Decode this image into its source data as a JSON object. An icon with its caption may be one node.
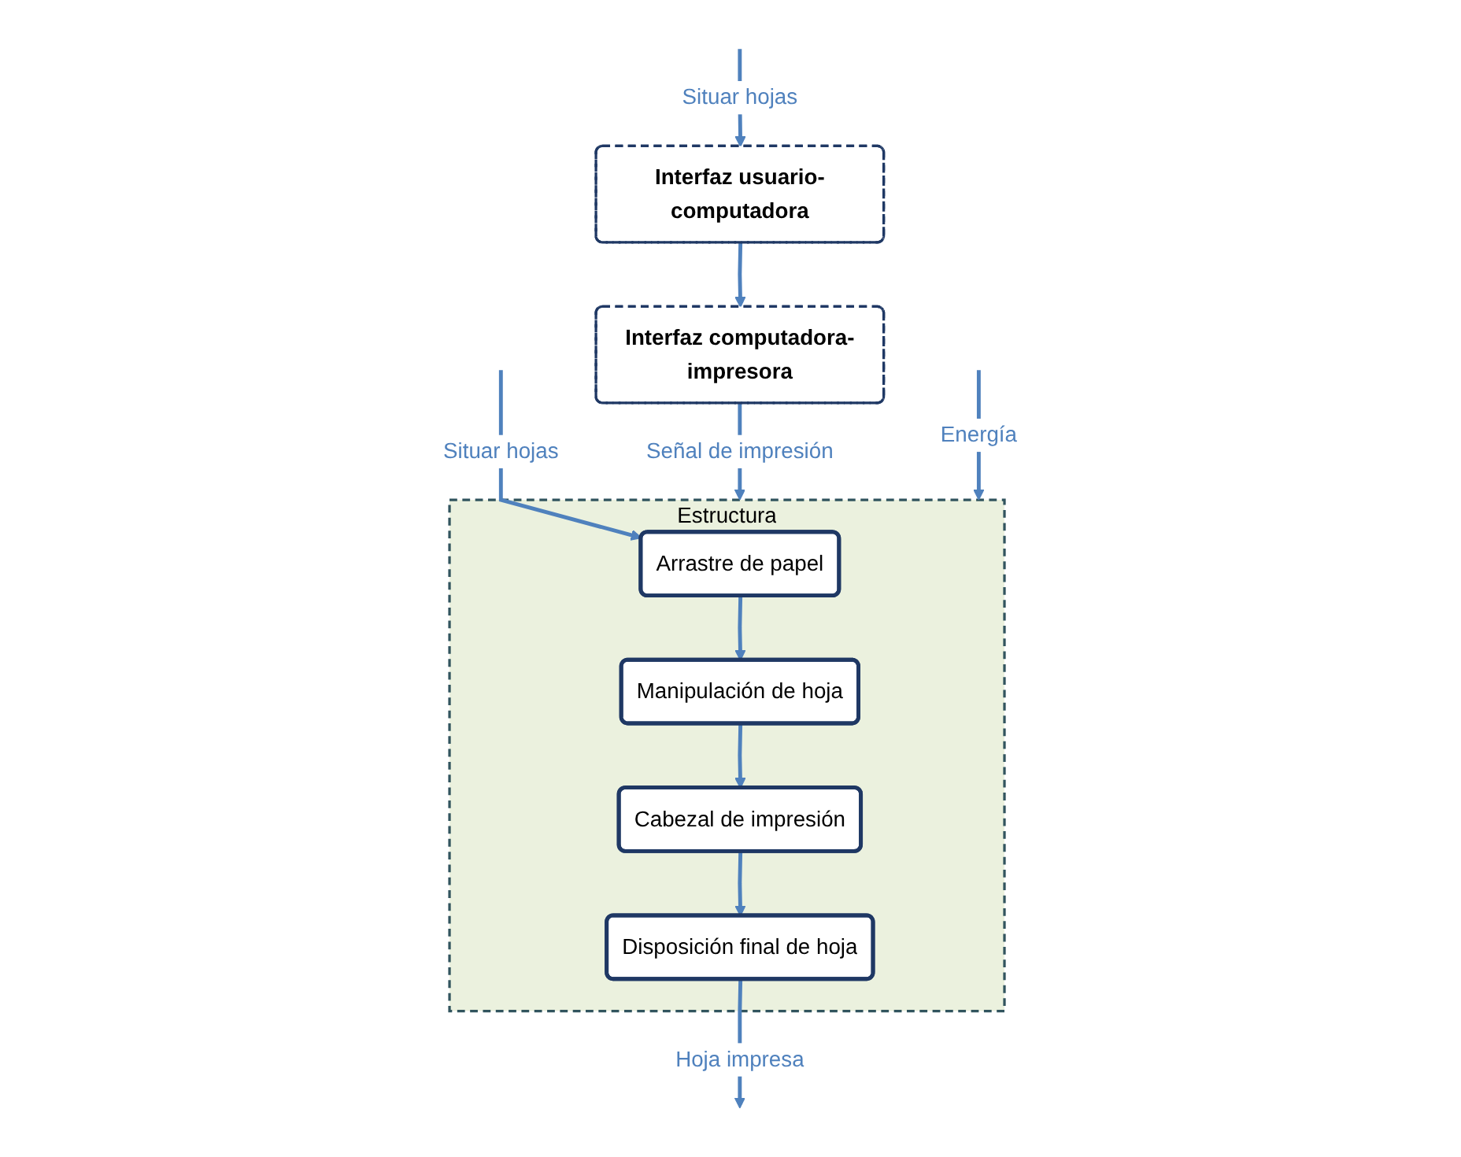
{
  "diagram": {
    "nodes": [
      {
        "text": [
          "Interfaz usuario-computadora"
        ]
      },
      {
        "text": [
          "Interfaz computadora-impresora"
        ]
      },
      {
        "text": [
          "Estructura"
        ]
      },
      {
        "text": [
          "Arrastre de papel"
        ],
        "in": 2
      },
      {
        "text": [
          "Manipulación de hoja"
        ],
        "in": 2
      },
      {
        "text": [
          "Cabezal de impresión"
        ],
        "in": 2
      },
      {
        "text": [
          "Disposición final de hoja"
        ],
        "in": 2
      }
    ],
    "edges": [
      {
        "from": null,
        "to": 0,
        "arrow": "to",
        "label": "Situar hojas"
      },
      {
        "from": 0,
        "to": 1,
        "arrow": "to"
      },
      {
        "from": 1,
        "to": 2,
        "arrow": "to",
        "label": "Señal de impresión"
      },
      {
        "from": null,
        "to": 3,
        "arrow": "to",
        "label": "Situar hojas"
      },
      {
        "from": 3,
        "to": 4,
        "arrow": "to"
      },
      {
        "from": 4,
        "to": 5,
        "arrow": "to"
      },
      {
        "from": null,
        "to": 2,
        "arrow": "to",
        "label": "Energía"
      },
      {
        "from": 5,
        "to": 6,
        "arrow": "to"
      },
      {
        "from": 6,
        "to": null,
        "arrow": "to",
        "label": "Hoja impresa"
      }
    ]
  }
}
